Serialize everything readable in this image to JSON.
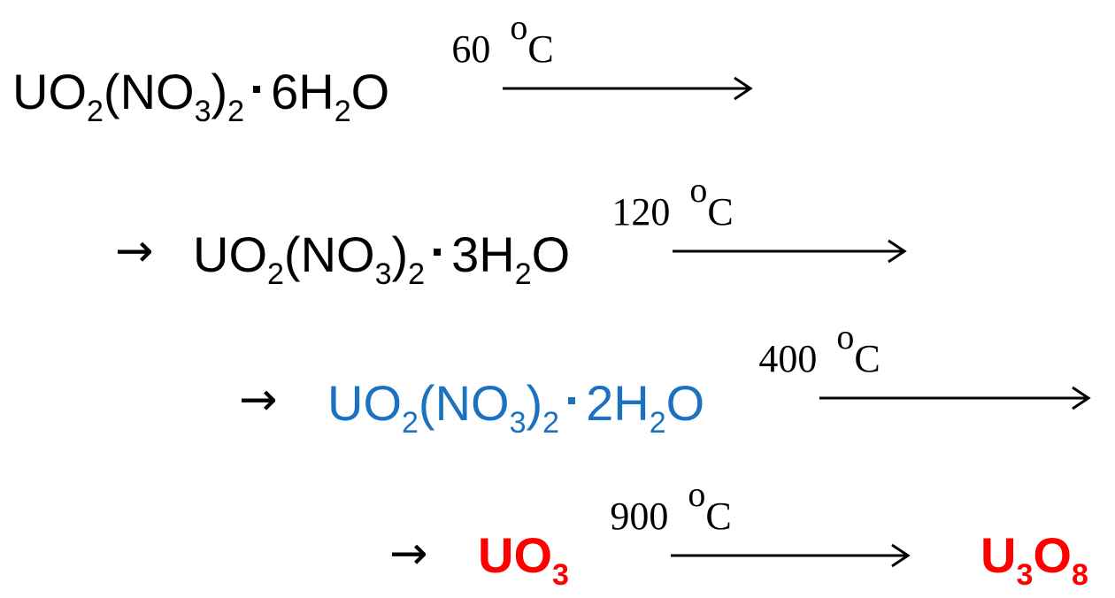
{
  "colors": {
    "default": "#000000",
    "blue": "#1a72c0",
    "red": "#ff0000"
  },
  "species": {
    "hexahydrate": {
      "u_o": "UO",
      "sub1": "2",
      "open": "(NO",
      "sub2": "3",
      "close": ")",
      "sub3": "2",
      "count": "6",
      "h": "H",
      "sub4": "2",
      "o": "O"
    },
    "trihydrate": {
      "u_o": "UO",
      "sub1": "2",
      "open": "(NO",
      "sub2": "3",
      "close": ")",
      "sub3": "2",
      "count": "3",
      "h": "H",
      "sub4": "2",
      "o": "O"
    },
    "dihydrate": {
      "u_o": "UO",
      "sub1": "2",
      "open": "(NO",
      "sub2": "3",
      "close": ")",
      "sub3": "2",
      "count": "2",
      "h": "H",
      "sub4": "2",
      "o": "O"
    },
    "uo3": {
      "u_o": "UO",
      "sub1": "3"
    },
    "u3o8": {
      "u": "U",
      "sub1": "3",
      "o": "O",
      "sub2": "8"
    }
  },
  "steps": [
    {
      "temp": "60",
      "deg": "o",
      "unit": "C"
    },
    {
      "temp": "120",
      "deg": "o",
      "unit": "C"
    },
    {
      "temp": "400",
      "deg": "o",
      "unit": "C"
    },
    {
      "temp": "900",
      "deg": "o",
      "unit": "C"
    }
  ],
  "lead_arrow": "→"
}
